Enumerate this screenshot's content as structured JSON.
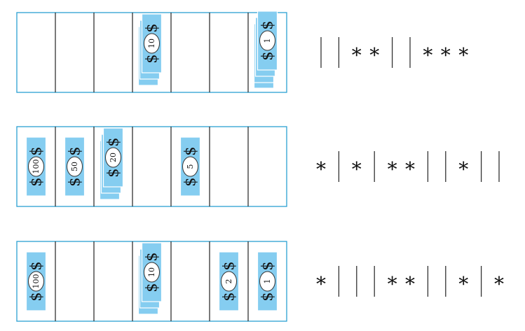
{
  "figure": {
    "rows": [
      {
        "drawers": [
          [],
          [],
          [],
          [
            "10",
            "",
            ""
          ],
          [],
          [],
          [
            "1",
            "",
            "",
            ""
          ]
        ],
        "stars_and_bars": "||**||***"
      },
      {
        "drawers": [
          [
            "100"
          ],
          [
            "50"
          ],
          [
            "20",
            "",
            ""
          ],
          [],
          [
            "5"
          ],
          [],
          []
        ],
        "stars_and_bars": "*|*|**||*||"
      },
      {
        "drawers": [
          [
            "100"
          ],
          [],
          [],
          [
            "10",
            "",
            ""
          ],
          [],
          [
            "2"
          ],
          [
            "1"
          ]
        ],
        "stars_and_bars": "*|||**||*|*"
      }
    ],
    "symbols": {
      "currency": "$",
      "star": "*"
    },
    "colors": {
      "bill": "#85cdf0",
      "frame": "#2ba0d2",
      "divider": "#222222",
      "oval": "#ffffff"
    }
  }
}
